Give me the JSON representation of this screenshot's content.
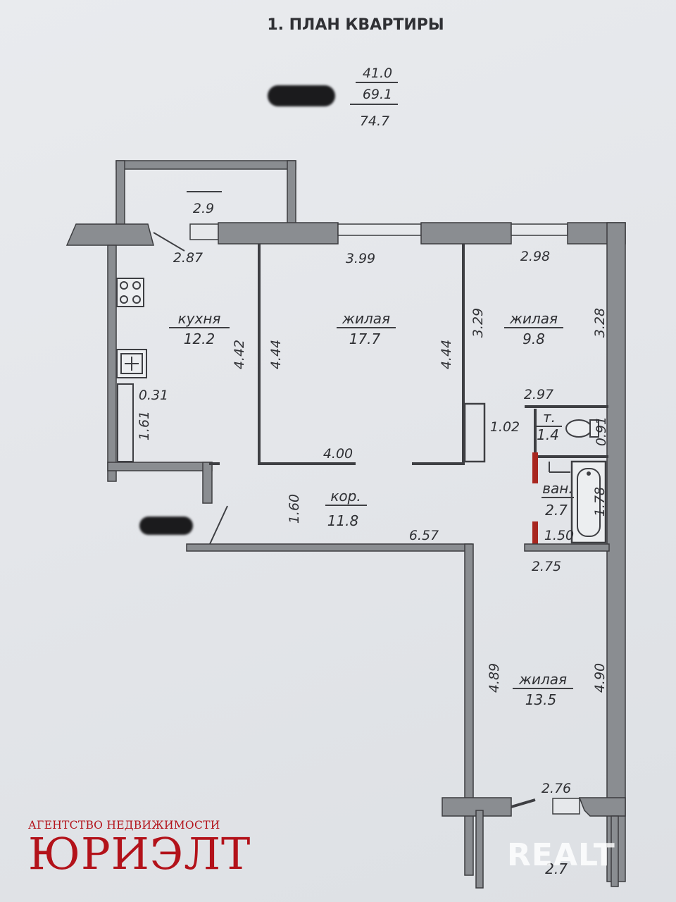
{
  "title": "1. ПЛАН КВАРТИРЫ",
  "areas": {
    "living": "41.0",
    "total": "69.1",
    "total_with_balcony": "74.7"
  },
  "rooms": [
    {
      "name": "кухня",
      "area": "12.2"
    },
    {
      "name": "жилая",
      "area": "17.7"
    },
    {
      "name": "жилая",
      "area": "9.8"
    },
    {
      "name": "т.",
      "area": "1.4"
    },
    {
      "name": "ван.",
      "area": "2.7"
    },
    {
      "name": "кор.",
      "area": "11.8"
    },
    {
      "name": "жилая",
      "area": "13.5"
    }
  ],
  "balconies": [
    "2.9",
    "2.7"
  ],
  "dimensions": {
    "kitchen_width": "2.87",
    "kitchen_length": "4.42",
    "niche_depth": "0.31",
    "niche_length": "1.61",
    "room1_width_top": "3.99",
    "room1_left": "4.44",
    "room1_right": "4.44",
    "room1_width_bottom": "4.00",
    "room2_width_top": "2.98",
    "room2_left": "3.29",
    "room2_right": "3.28",
    "room2_width_bottom": "2.97",
    "closet_depth": "1.02",
    "wc_length": "0.91",
    "bath_length": "1.78",
    "bath_width": "1.50",
    "corridor_width": "1.60",
    "corridor_length": "6.57",
    "room3_width_top": "2.75",
    "room3_left": "4.89",
    "room3_right": "4.90",
    "room3_width_bottom": "2.76"
  },
  "agency": {
    "subtitle": "АГЕНТСТВО НЕДВИЖИМОСТИ",
    "name": "ЮРИЭЛТ"
  },
  "watermark": "REALT",
  "colors": {
    "wall": "#8a8d91",
    "ink": "#2f3034",
    "agency_red": "#b3121a",
    "paper": "#e6e8eb"
  }
}
